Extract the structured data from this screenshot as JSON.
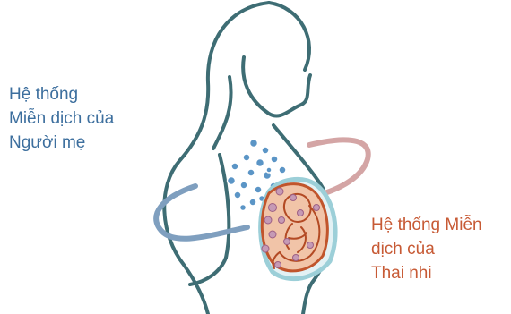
{
  "labels": {
    "mother_immune": "Hệ thống\nMiễn dịch của\nNgười mẹ",
    "fetal_immune": "Hệ thống Miễn\ndịch của\nThai nhi"
  },
  "colors": {
    "outline": "#3e6d74",
    "mother_text": "#3d6f9e",
    "mother_arc": "#7f9fbf",
    "mother_cell": "#5b95c6",
    "fetal_text": "#c75a35",
    "fetal_arc": "#d4a5a5",
    "uterus_fill": "#f1c4a8",
    "uterus_stroke": "#c1552c",
    "fetus_stroke": "#b34a24",
    "fetal_cell": "#c59ab5",
    "amnion_fill": "#e3f1f4",
    "amnion_stroke": "#9ccfd8"
  },
  "icons": [
    "pregnant-woman-outline",
    "immune-cell"
  ]
}
